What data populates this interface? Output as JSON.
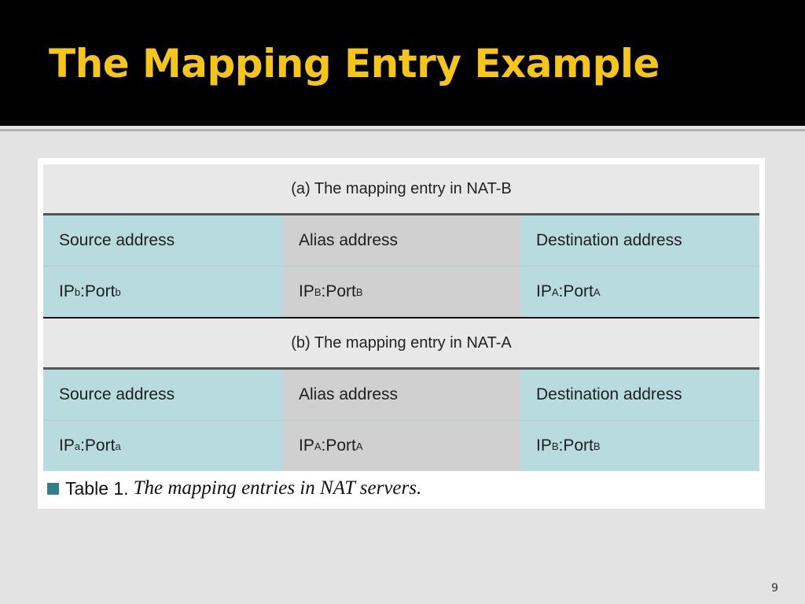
{
  "slide": {
    "title": "The Mapping Entry Example",
    "page_number": "9"
  },
  "table": {
    "section_a": {
      "title": "(a) The mapping entry in NAT-B",
      "headers": [
        "Source address",
        "Alias address",
        "Destination address"
      ],
      "row": [
        {
          "base": "IP",
          "sub1": "b",
          "mid": ":Port",
          "sub2": "b"
        },
        {
          "base": "IP",
          "sub1": "B",
          "mid": ":Port",
          "sub2": "B"
        },
        {
          "base": "IP",
          "sub1": "A",
          "mid": ":Port",
          "sub2": "A"
        }
      ]
    },
    "section_b": {
      "title": "(b) The mapping entry in NAT-A",
      "headers": [
        "Source address",
        "Alias address",
        "Destination address"
      ],
      "row": [
        {
          "base": "IP",
          "sub1": "a",
          "mid": ":Port",
          "sub2": "a"
        },
        {
          "base": "IP",
          "sub1": "A",
          "mid": ":Port",
          "sub2": "A"
        },
        {
          "base": "IP",
          "sub1": "B",
          "mid": ":Port",
          "sub2": "B"
        }
      ]
    },
    "caption": {
      "label": "Table 1.",
      "text": "The mapping entries in NAT servers."
    }
  },
  "colors": {
    "title": "#f5c518",
    "header_band": "#000000",
    "teal_cell": "#b8dbe0",
    "gray_cell": "#d0d0d0"
  }
}
